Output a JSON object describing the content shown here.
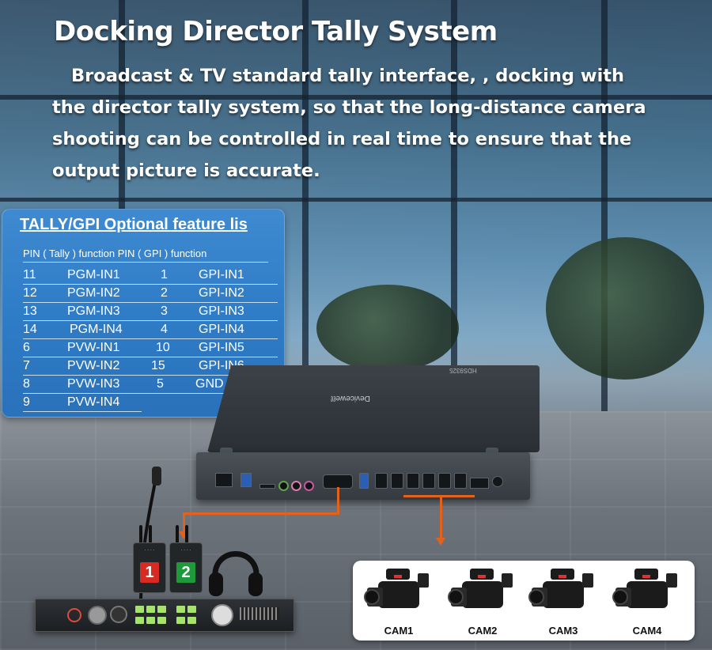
{
  "heading": {
    "title": "Docking Director Tally System",
    "description": "Broadcast & TV standard tally interface, , docking with the director tally system, so that the long-distance camera shooting can be controlled in real time to ensure that the output picture is accurate."
  },
  "tally_panel": {
    "title": "TALLY/GPI Optional feature lis",
    "header": "PIN  ( Tally ) function  PIN   ( GPI ) function",
    "rows": [
      [
        "11",
        "PGM-IN1",
        "1",
        "GPI-IN1"
      ],
      [
        "12",
        "PGM-IN2",
        "2",
        "GPI-IN2"
      ],
      [
        "13",
        "PGM-IN3",
        "3",
        "GPI-IN3"
      ],
      [
        "14",
        "PGM-IN4",
        "4",
        "GPI-IN4"
      ],
      [
        "6",
        "PVW-IN1",
        "10",
        "GPI-IN5"
      ],
      [
        "7",
        "PVW-IN2",
        "15",
        "GPI-IN6"
      ],
      [
        "8",
        "PVW-IN3",
        "5",
        "GND"
      ],
      [
        "9",
        "PVW-IN4",
        "",
        ""
      ]
    ]
  },
  "device": {
    "logo": "Deviceweℓℓ",
    "model": "HDS9325"
  },
  "tally_lights": [
    "1",
    "2"
  ],
  "cameras": [
    "CAM1",
    "CAM2",
    "CAM3",
    "CAM4"
  ],
  "colors": {
    "panel_blue": "#2f7cc7",
    "wire_orange": "#e3621b",
    "tally_red": "#d62a22",
    "tally_green": "#1f9a3b"
  }
}
